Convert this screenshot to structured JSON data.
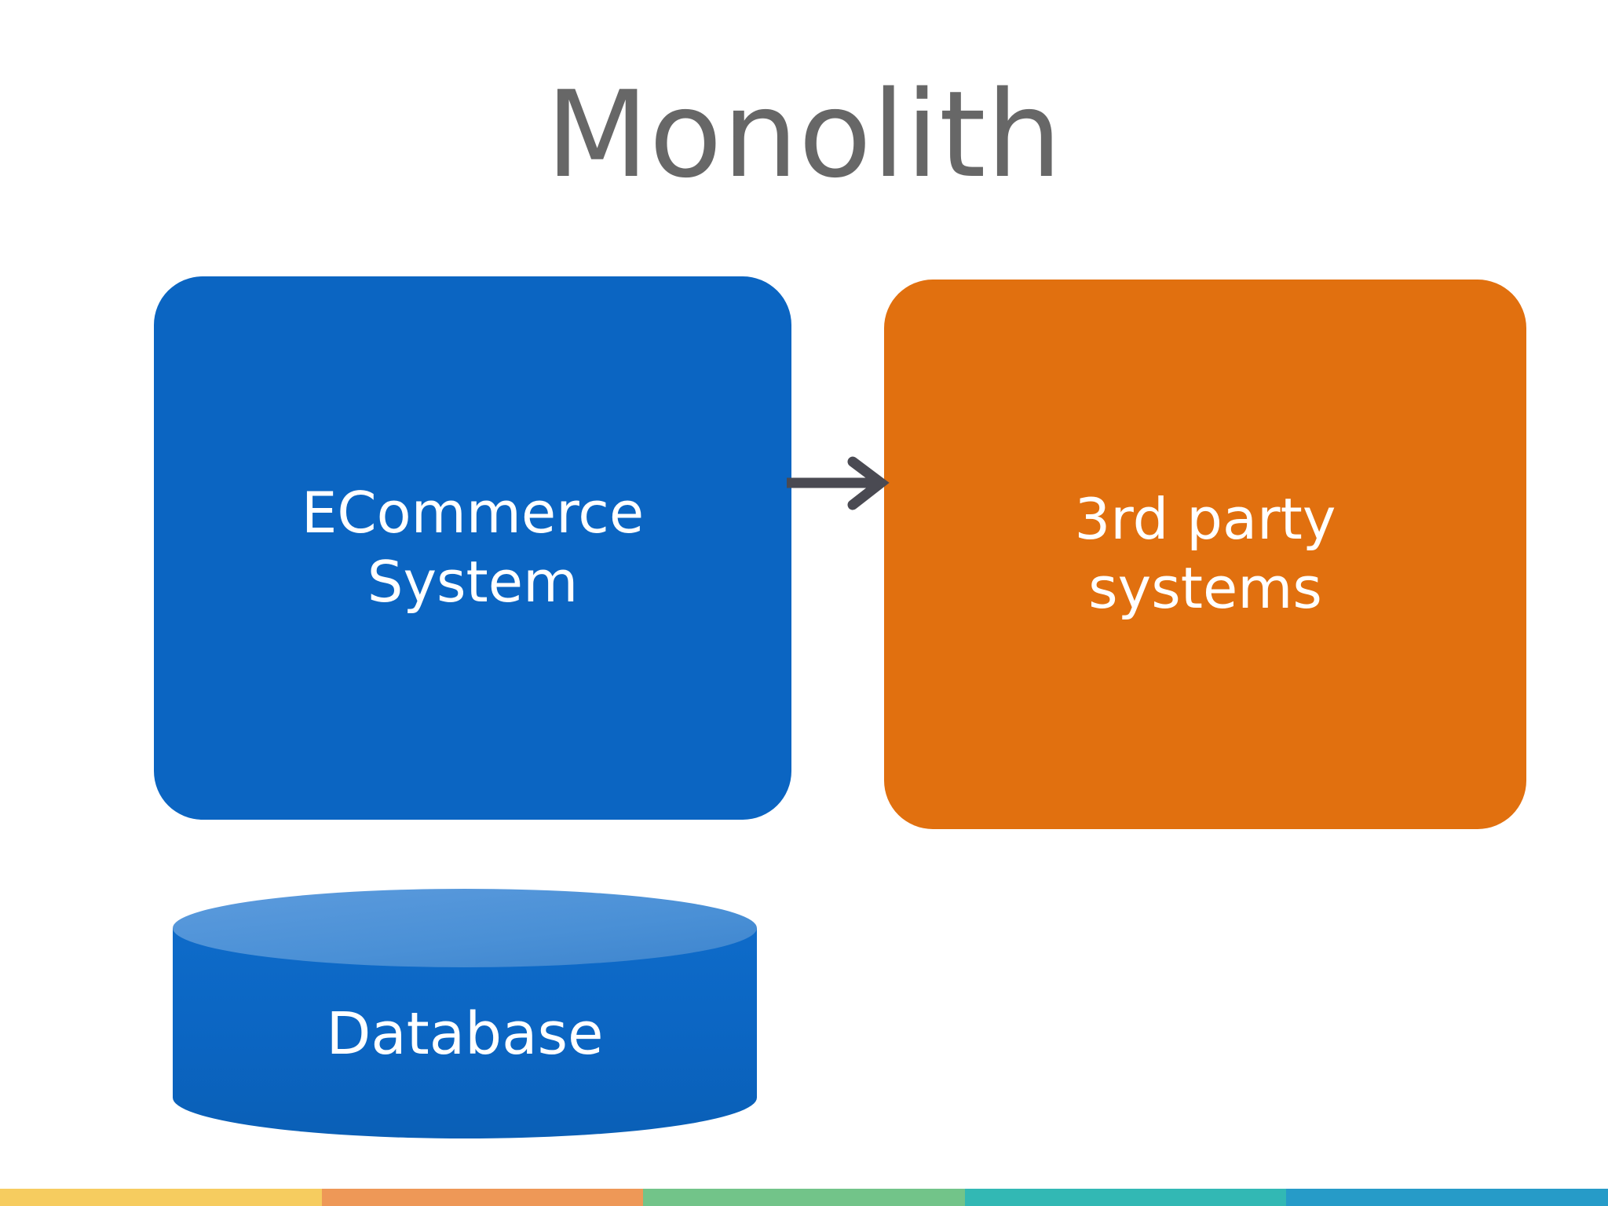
{
  "slide": {
    "title": "Monolith",
    "title_color": "#676767",
    "background_color": "#ffffff"
  },
  "diagram": {
    "type": "block-diagram",
    "nodes": [
      {
        "id": "ecommerce",
        "label": "ECommerce\nSystem",
        "shape": "rounded-rectangle",
        "fill": "#0B65C2",
        "text_color": "#ffffff"
      },
      {
        "id": "third-party",
        "label": "3rd party\nsystems",
        "shape": "rounded-rectangle",
        "fill": "#E1700F",
        "text_color": "#ffffff"
      },
      {
        "id": "database",
        "label": "Database",
        "shape": "cylinder",
        "fill": "#0B65C2",
        "top_fill": "#4A90D6",
        "text_color": "#ffffff"
      }
    ],
    "connectors": [
      {
        "id": "ecommerce-to-third-party",
        "from": "ecommerce",
        "to": "third-party",
        "style": "single-arrow",
        "color": "#4A4A52"
      }
    ]
  },
  "bottom_strip": {
    "bands": [
      {
        "name": "yellow",
        "color": "#F6CC5F"
      },
      {
        "name": "orange",
        "color": "#EE9857"
      },
      {
        "name": "green",
        "color": "#72C489"
      },
      {
        "name": "teal",
        "color": "#32B8B4"
      },
      {
        "name": "blue",
        "color": "#269BC8"
      }
    ]
  }
}
